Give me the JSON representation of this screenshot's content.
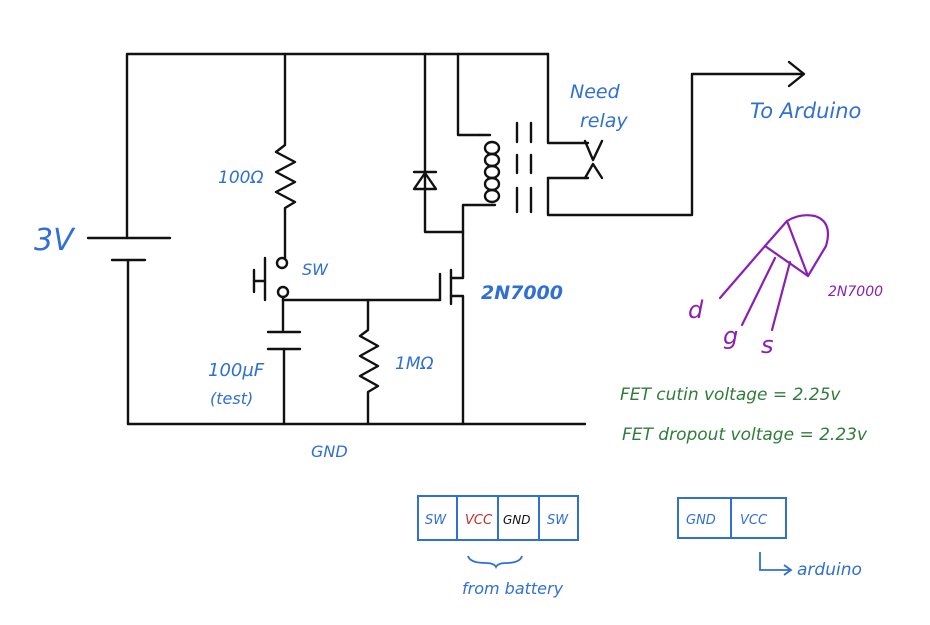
{
  "colors": {
    "wire": "#111111",
    "label_blue": "#2f6fd6",
    "label_green": "#2e7d3a",
    "label_purple": "#8a1fb5",
    "label_red": "#c0302a",
    "label_black": "#111111"
  },
  "schematic": {
    "battery_label": "3V",
    "resistor_top_label": "100Ω",
    "switch_label": "SW",
    "capacitor_label": "100µF",
    "capacitor_note": "(test)",
    "resistor_gate_label": "1MΩ",
    "fet_label": "2N7000",
    "relay_label_line1": "Need",
    "relay_label_line2": "relay",
    "output_label": "To Arduino",
    "ground_label": "GND"
  },
  "fet_package": {
    "pin_d": "d",
    "pin_g": "g",
    "pin_s": "s",
    "part_label": "2N7000"
  },
  "notes": {
    "line1": "FET cutin voltage = 2.25v",
    "line2": "FET dropout voltage = 2.23v"
  },
  "connector_battery": {
    "pins": [
      "SW",
      "VCC",
      "GND",
      "SW"
    ],
    "caption": "from battery"
  },
  "connector_arduino": {
    "pins": [
      "GND",
      "VCC"
    ],
    "caption": "arduino"
  }
}
